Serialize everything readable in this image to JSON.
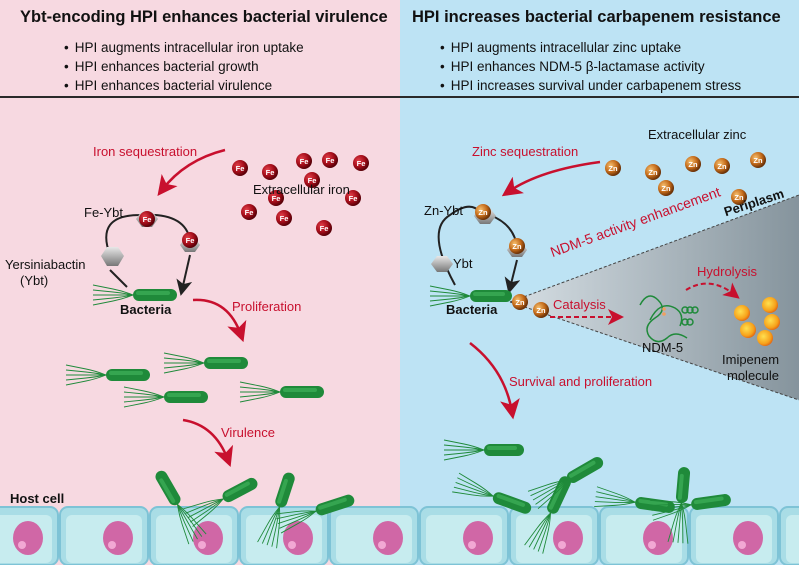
{
  "left_panel": {
    "title": "Ybt-encoding HPI enhances bacterial virulence",
    "bullets": [
      "HPI augments intracellular iron uptake",
      "HPI enhances bacterial growth",
      "HPI enhances bacterial virulence"
    ],
    "labels": {
      "extracellular": "Extracellular iron",
      "sequestration": "Iron sequestration",
      "complex": "Fe-Ybt",
      "siderophore_line1": "Yersiniabactin",
      "siderophore_line2": "(Ybt)",
      "bacteria": "Bacteria",
      "proliferation": "Proliferation",
      "virulence": "Virulence",
      "host_cell": "Host cell"
    },
    "ion_symbol": "Fe",
    "background_color": "#f7d9e1"
  },
  "right_panel": {
    "title": "HPI increases bacterial carbapenem resistance",
    "bullets": [
      "HPI augments intracellular zinc uptake",
      "HPI enhances NDM-5 β-lactamase activity",
      "HPI increases survival under carbapenem stress"
    ],
    "labels": {
      "extracellular": "Extracellular zinc",
      "sequestration": "Zinc sequestration",
      "complex": "Zn-Ybt",
      "siderophore": "Ybt",
      "bacteria": "Bacteria",
      "enhancement": "NDM-5 activity enhancement",
      "periplasm": "Periplasm",
      "catalysis": "Catalysis",
      "hydrolysis": "Hydrolysis",
      "enzyme": "NDM-5",
      "drug_line1": "Imipenem",
      "drug_line2": "molecule",
      "survival": "Survival and proliferation"
    },
    "ion_symbol": "Zn",
    "background_color": "#bde3f4"
  },
  "colors": {
    "accent_red": "#c8102e",
    "bacteria_green": "#1f8a3a",
    "iron": "#a50d1a",
    "zinc": "#c46b1a",
    "nucleus": "#d067a6",
    "host_cell": "#a9dde6"
  }
}
